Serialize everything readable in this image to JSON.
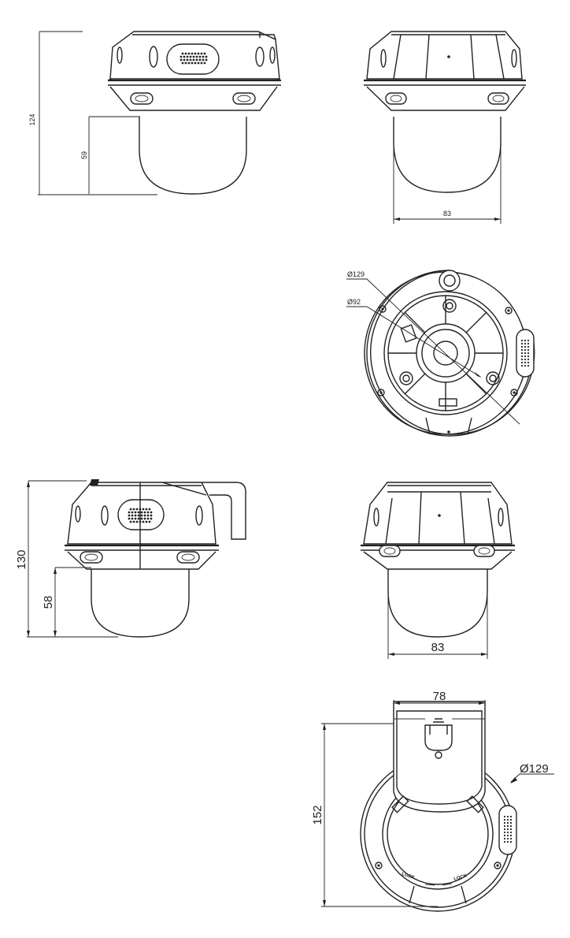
{
  "views": {
    "side_view_1": {
      "height_total": "124",
      "height_dome": "59"
    },
    "front_view_1": {
      "width": "83"
    },
    "bottom_view": {
      "diameter_outer": "Ø129",
      "diameter_inner": "Ø92"
    },
    "side_view_2": {
      "height_total": "130",
      "height_dome": "58"
    },
    "front_view_2": {
      "width": "83"
    },
    "bracket_view": {
      "width": "78",
      "height": "152",
      "diameter": "Ø129",
      "engraving": "LOCK",
      "engraving_right": "LOCK"
    }
  }
}
